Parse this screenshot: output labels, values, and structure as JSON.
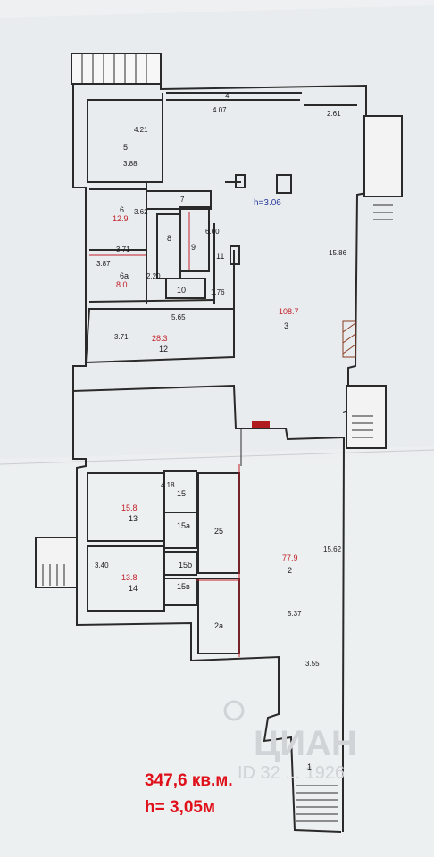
{
  "plan": {
    "total_area": "347,6 кв.м.",
    "ceiling_height": "h= 3,05м",
    "plan_height_note": "h=3.06",
    "dimensions": [
      "4.21",
      "3.88",
      "4",
      "4.07",
      "2.61",
      "7",
      "3.62",
      "3.71",
      "3.87",
      "2.20",
      "6.60",
      "1.76",
      "5.65",
      "3.71",
      "15.86",
      "4.18",
      "3.40",
      "15.62",
      "5.37",
      "3.55"
    ],
    "rooms": [
      "5",
      "6",
      "6a",
      "8",
      "9",
      "10",
      "11",
      "12",
      "3",
      "13",
      "14",
      "15",
      "15a",
      "15б",
      "15в",
      "25",
      "2а",
      "2",
      "1"
    ],
    "areas": [
      "12.9",
      "8.0",
      "28.3",
      "108.7",
      "15.8",
      "13.8",
      "77.9"
    ],
    "watermark": "ЦИАН",
    "watermark_id": "ID 32 ... 1926"
  }
}
